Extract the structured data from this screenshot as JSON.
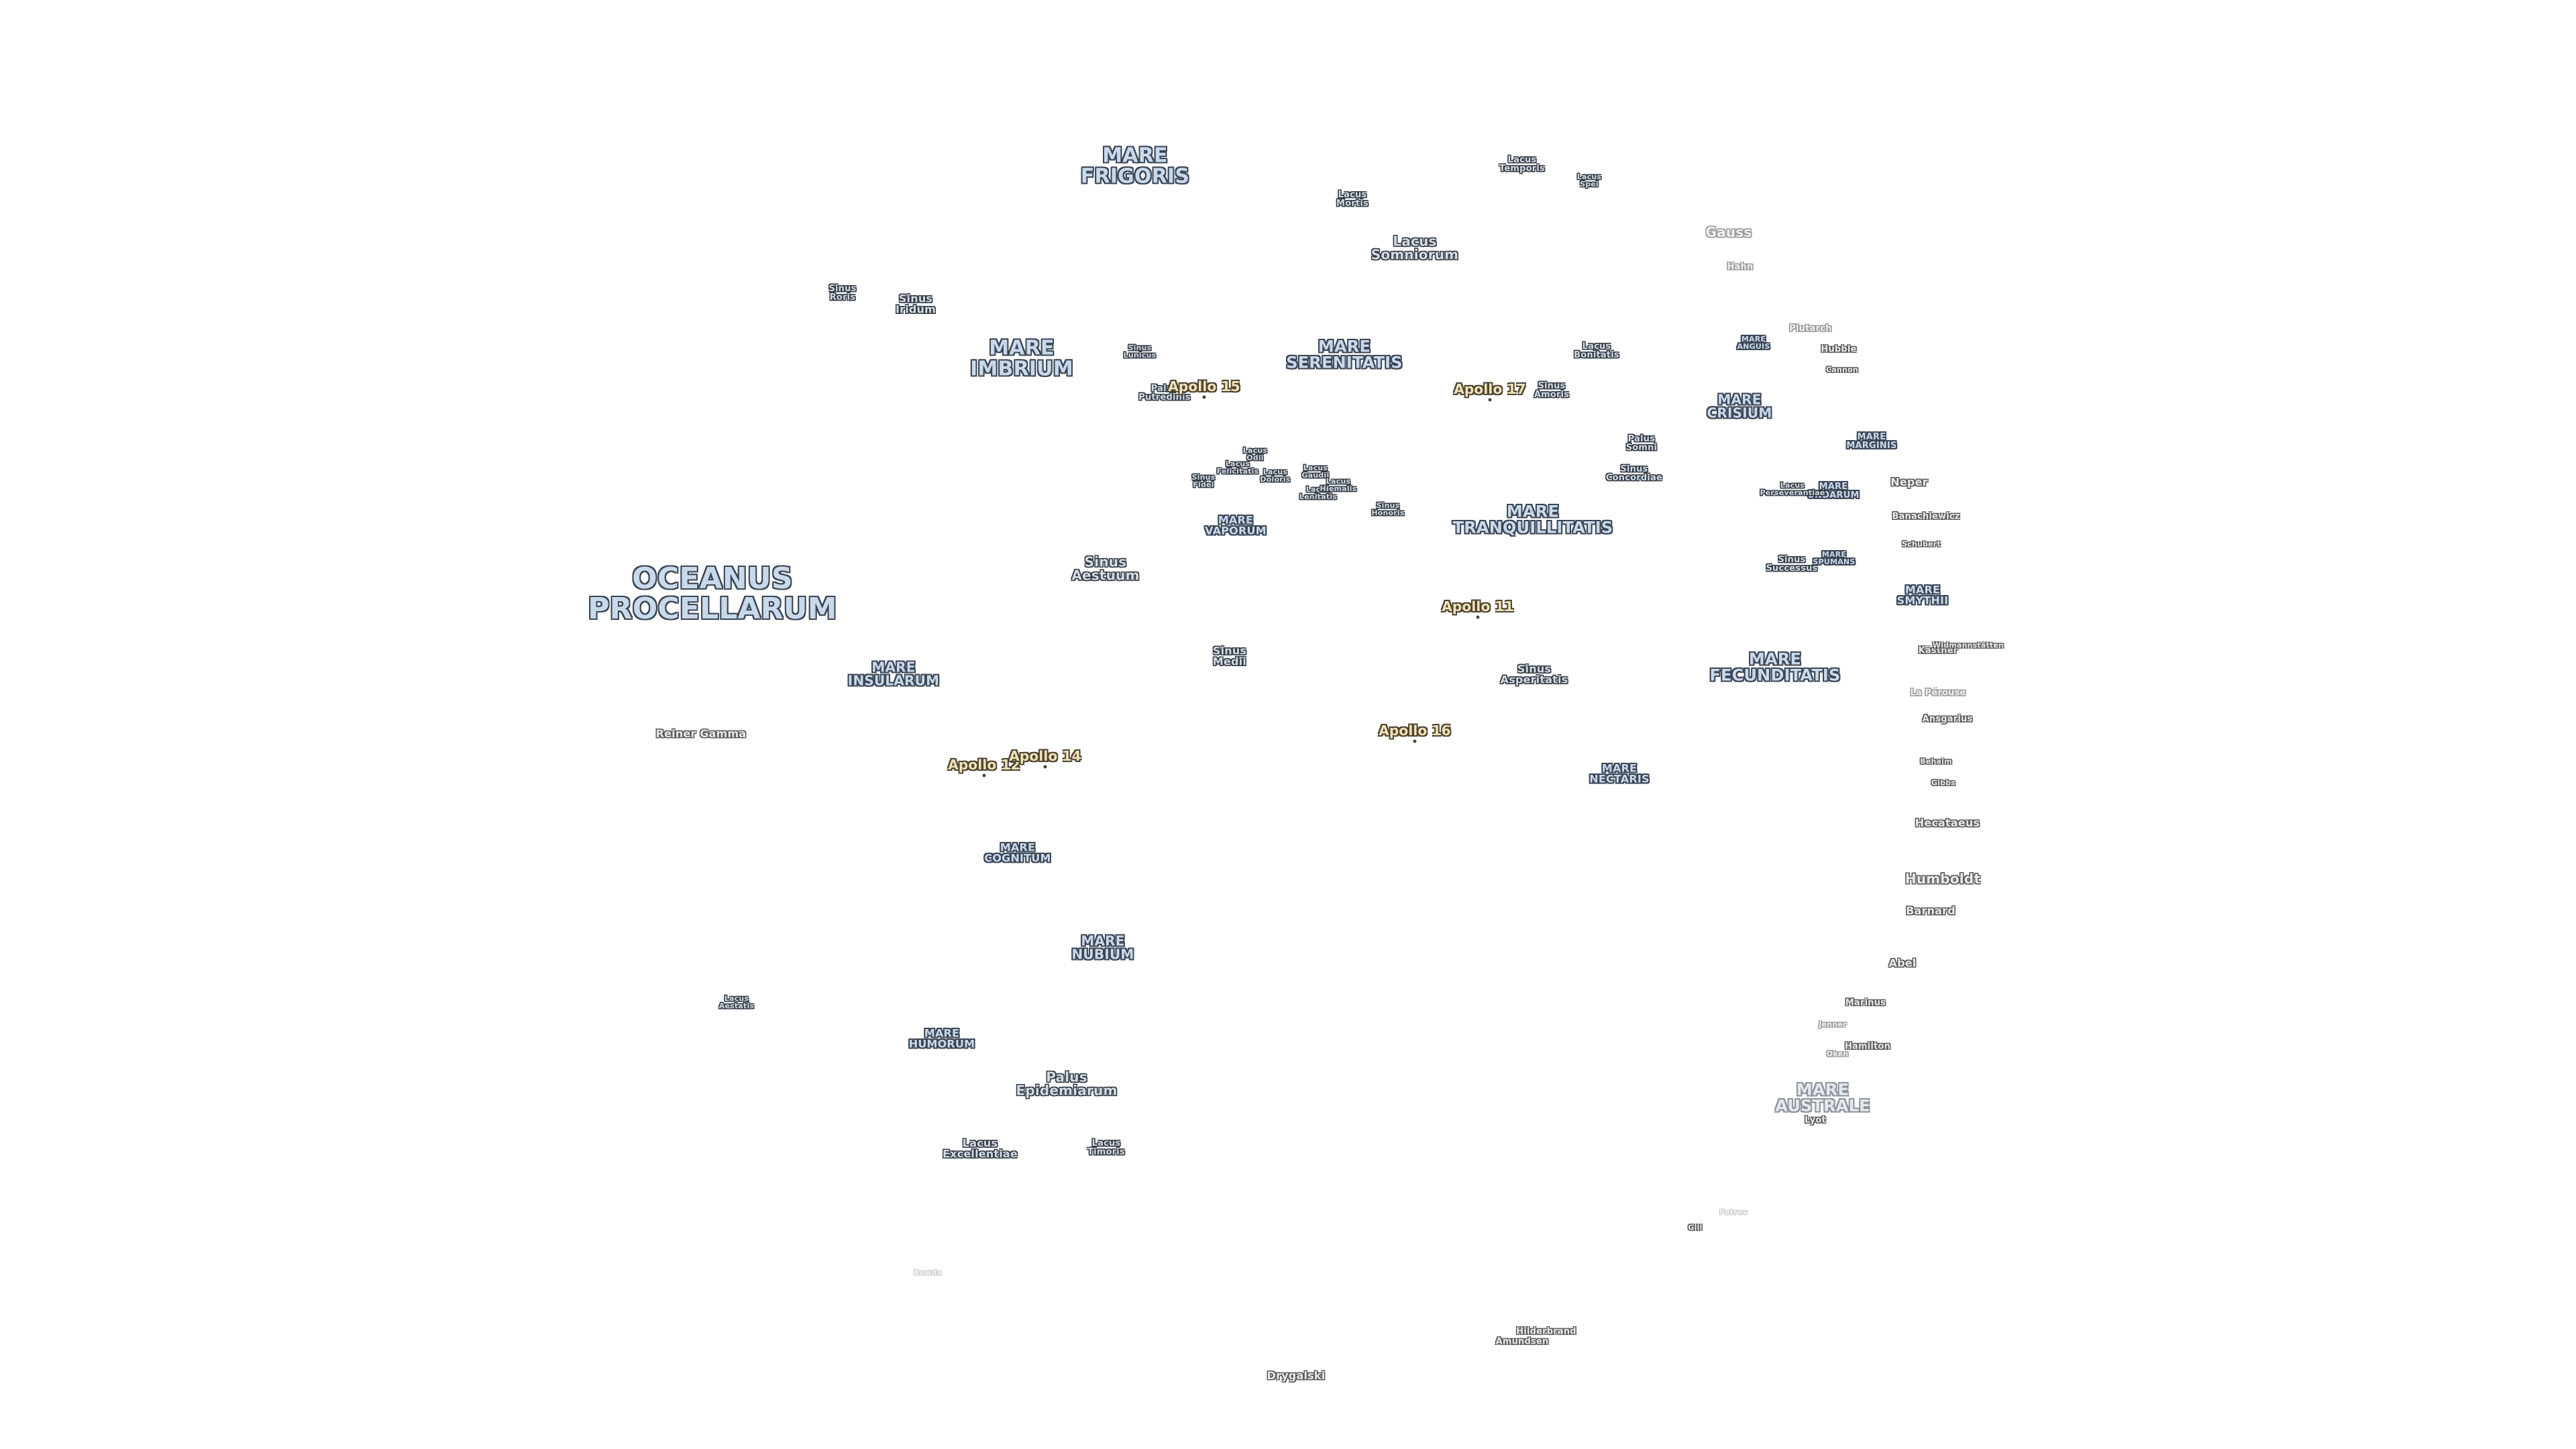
{
  "labels": {
    "oceanus_procellarum": "OCEANUS\nPROCELLARUM",
    "mare_frigoris": "MARE\nFRIGORIS",
    "mare_imbrium": "MARE\nIMBRIUM",
    "mare_serenitatis": "MARE\nSERENITATIS",
    "mare_tranquillitatis": "MARE\nTRANQUILLITATIS",
    "mare_crisium": "MARE\nCRISIUM",
    "mare_fecunditatis": "MARE\nFECUNDITATIS",
    "mare_nectaris": "MARE\nNECTARIS",
    "mare_vaporum": "MARE\nVAPORUM",
    "mare_insularum": "MARE\nINSULARUM",
    "mare_cognitum": "MARE\nCOGNITUM",
    "mare_nubium": "MARE\nNUBIUM",
    "mare_humorum": "MARE\nHUMORUM",
    "mare_australe": "MARE\nAUSTRALE",
    "mare_anguis": "MARE\nANGUIS",
    "mare_marginis": "MARE\nMARGINIS",
    "mare_undarum": "MARE\nUNDARUM",
    "mare_spumans": "MARE\nSPUMANS",
    "mare_smythii": "MARE\nSMYTHII",
    "lacus_temporis": "Lacus\nTemporis",
    "lacus_spei": "Lacus\nSpei",
    "lacus_mortis": "Lacus\nMortis",
    "lacus_somniorum": "Lacus\nSomniorum",
    "lacus_bonitatis": "Lacus\nBonitatis",
    "lacus_odii": "Lacus\nOdii",
    "lacus_felicitatis": "Lacus\nFelicitatis",
    "lacus_doloris": "Lacus\nDoloris",
    "lacus_gaudii": "Lacus\nGaudii",
    "lacus_lenitatis": "Lacus\nLenitatis",
    "lacus_hiemalis": "Lacus\nHiemalis",
    "lacus_perseverantiae": "Lacus\nPerseverantiae",
    "lacus_aestatis": "Lacus\nAestatis",
    "lacus_excellentiae": "Lacus\nExcellentiae",
    "lacus_timoris": "Lacus\nTimoris",
    "sinus_roris": "Sinus\nRoris",
    "sinus_iridum": "Sinus\nIridum",
    "sinus_lunicus": "Sinus\nLunicus",
    "sinus_amoris": "Sinus\nAmoris",
    "sinus_fidei": "Sinus\nFidei",
    "sinus_honoris": "Sinus\nHonoris",
    "sinus_concordiae": "Sinus\nConcordiae",
    "sinus_aestuum": "Sinus\nAestuum",
    "sinus_medii": "Sinus\nMedii",
    "sinus_asperitatis": "Sinus\nAsperitatis",
    "sinus_successus": "Sinus\nSuccessus",
    "palus_putredinis": "Palus\nPutredinis",
    "palus_somni": "Palus\nSomni",
    "palus_epidemiarum": "Palus\nEpidemiarum",
    "apollo_15": "Apollo 15",
    "apollo_17": "Apollo 17",
    "apollo_11": "Apollo 11",
    "apollo_16": "Apollo 16",
    "apollo_12": "Apollo 12",
    "apollo_14": "Apollo 14",
    "reiner_gamma": "Reiner Gamma",
    "gauss": "Gauss",
    "hahn": "Hahn",
    "plutarch": "Plutarch",
    "hubble": "Hubble",
    "cannon": "Cannon",
    "neper": "Neper",
    "banachiewicz": "Banachiewicz",
    "schubert": "Schubert",
    "kastner": "Kästner",
    "widmannstatten": "Widmannstätten",
    "la_perouse": "La Pérouse",
    "ansgarius": "Ansgarius",
    "behaim": "Behaim",
    "gibbs": "Gibbs",
    "hecataeus": "Hecataeus",
    "humboldt": "Humboldt",
    "barnard": "Barnard",
    "abel": "Abel",
    "hamilton": "Hamilton",
    "oken": "Oken",
    "marinus": "Marinus",
    "jenner": "Jenner",
    "lyot": "Lyot",
    "petrov": "Petrov",
    "gill": "Gill",
    "hilderbrand": "Hilderbrand",
    "amundsen": "Amundsen",
    "drygalski": "Drygalski",
    "bawda": "Bawda"
  }
}
